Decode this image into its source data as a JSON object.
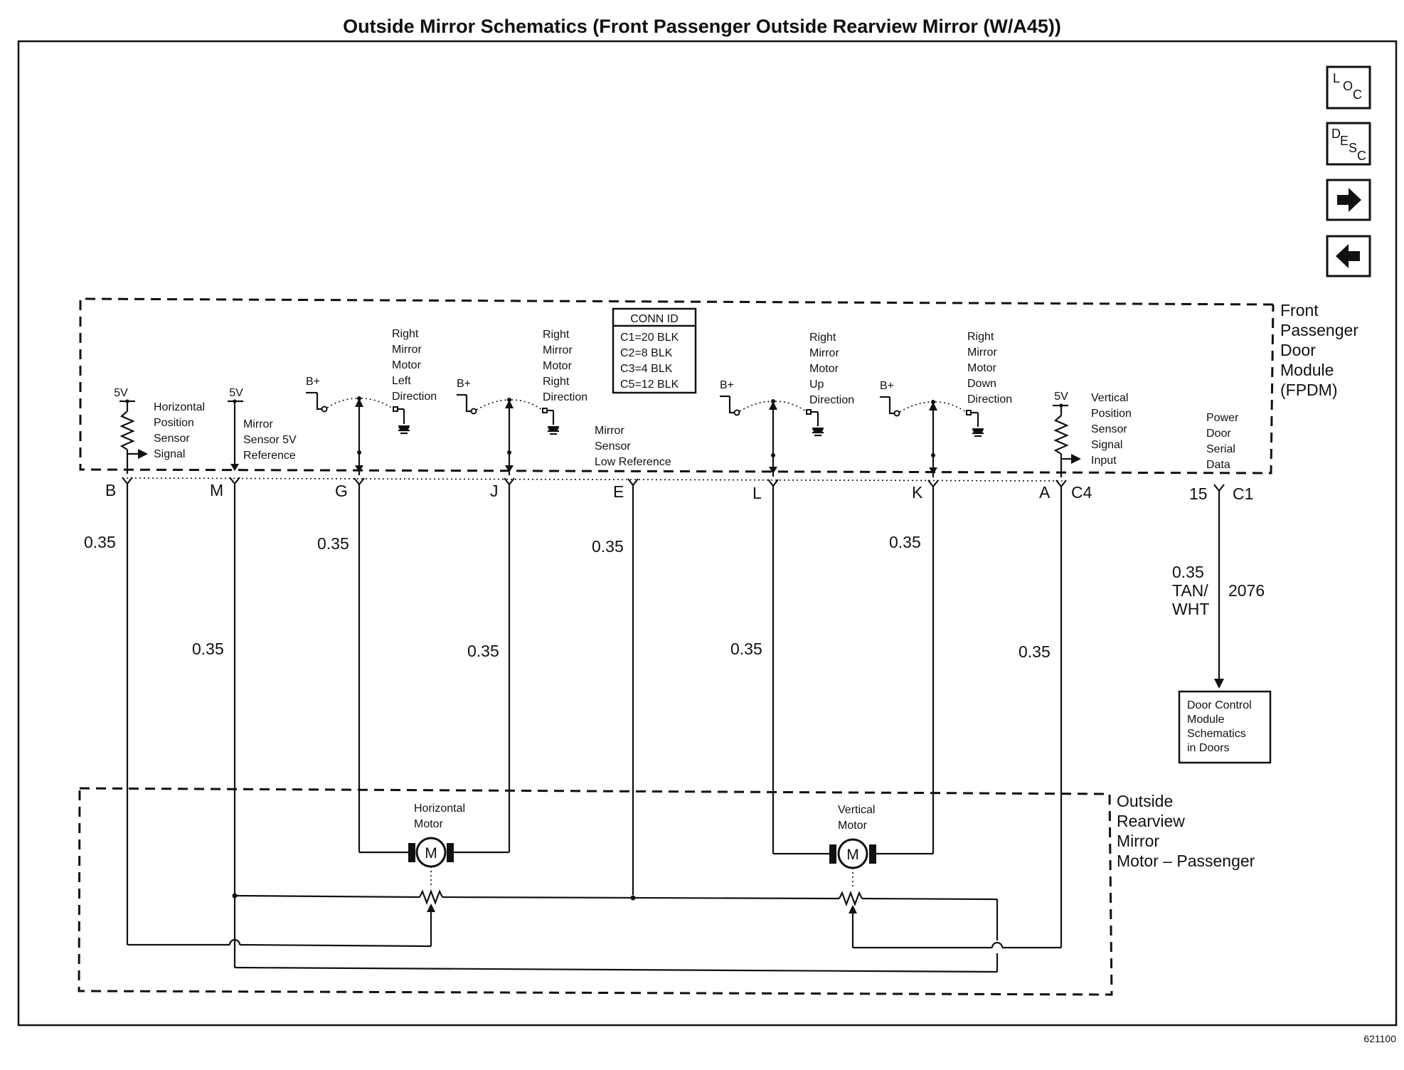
{
  "title": "Outside Mirror Schematics (Front Passenger Outside Rearview Mirror (W/A45))",
  "figure_number": "621100",
  "nav_buttons": [
    {
      "name": "loc-button",
      "letters": [
        "L",
        "O",
        "C"
      ]
    },
    {
      "name": "desc-button",
      "letters": [
        "D",
        "E",
        "S",
        "C"
      ]
    },
    {
      "name": "next-arrow-button",
      "icon": "arrow-right-icon"
    },
    {
      "name": "prev-arrow-button",
      "icon": "arrow-left-icon"
    }
  ],
  "conn_id": {
    "header": "CONN ID",
    "rows": [
      "C1=20 BLK",
      "C2=8 BLK",
      "C3=4 BLK",
      "C5=12 BLK"
    ]
  },
  "fpdm": {
    "label": [
      "Front",
      "Passenger",
      "Door",
      "Module",
      "(FPDM)"
    ]
  },
  "mirror_module": {
    "label": [
      "Outside",
      "Rearview",
      "Mirror",
      "Motor – Passenger"
    ]
  },
  "voltages": {
    "five_v": "5V",
    "b_plus": "B+"
  },
  "circuits": {
    "horiz_sensor_signal": [
      "Horizontal",
      "Position",
      "Sensor",
      "Signal"
    ],
    "mirror_5v_ref": [
      "Mirror",
      "Sensor 5V",
      "Reference"
    ],
    "left_direction": [
      "Right",
      "Mirror",
      "Motor",
      "Left",
      "Direction"
    ],
    "right_direction": [
      "Right",
      "Mirror",
      "Motor",
      "Right",
      "Direction"
    ],
    "low_reference": [
      "Mirror",
      "Sensor",
      "Low Reference"
    ],
    "up_direction": [
      "Right",
      "Mirror",
      "Motor",
      "Up",
      "Direction"
    ],
    "down_direction": [
      "Right",
      "Mirror",
      "Motor",
      "Down",
      "Direction"
    ],
    "vert_sensor_input": [
      "Vertical",
      "Position",
      "Sensor",
      "Signal",
      "Input"
    ],
    "serial_data": [
      "Power",
      "Door",
      "Serial",
      "Data"
    ]
  },
  "pins": {
    "B": "B",
    "M": "M",
    "G": "G",
    "J": "J",
    "E": "E",
    "L": "L",
    "K": "K",
    "A": "A",
    "c4": "C4",
    "c1": "C1",
    "p15": "15"
  },
  "wire_gauges": {
    "B": "0.35",
    "G": "0.35",
    "E": "0.35",
    "K": "0.35",
    "M": "0.35",
    "J": "0.35",
    "L": "0.35",
    "A": "0.35",
    "serial_gauge": "0.35",
    "serial_color_1": "TAN/",
    "serial_color_2": "WHT",
    "serial_circuit": "2076"
  },
  "motors": {
    "horizontal": [
      "Horizontal",
      "Motor"
    ],
    "vertical": [
      "Vertical",
      "Motor"
    ],
    "symbol": "M"
  },
  "door_control_ref": [
    "Door Control",
    "Module",
    "Schematics",
    "in Doors"
  ]
}
